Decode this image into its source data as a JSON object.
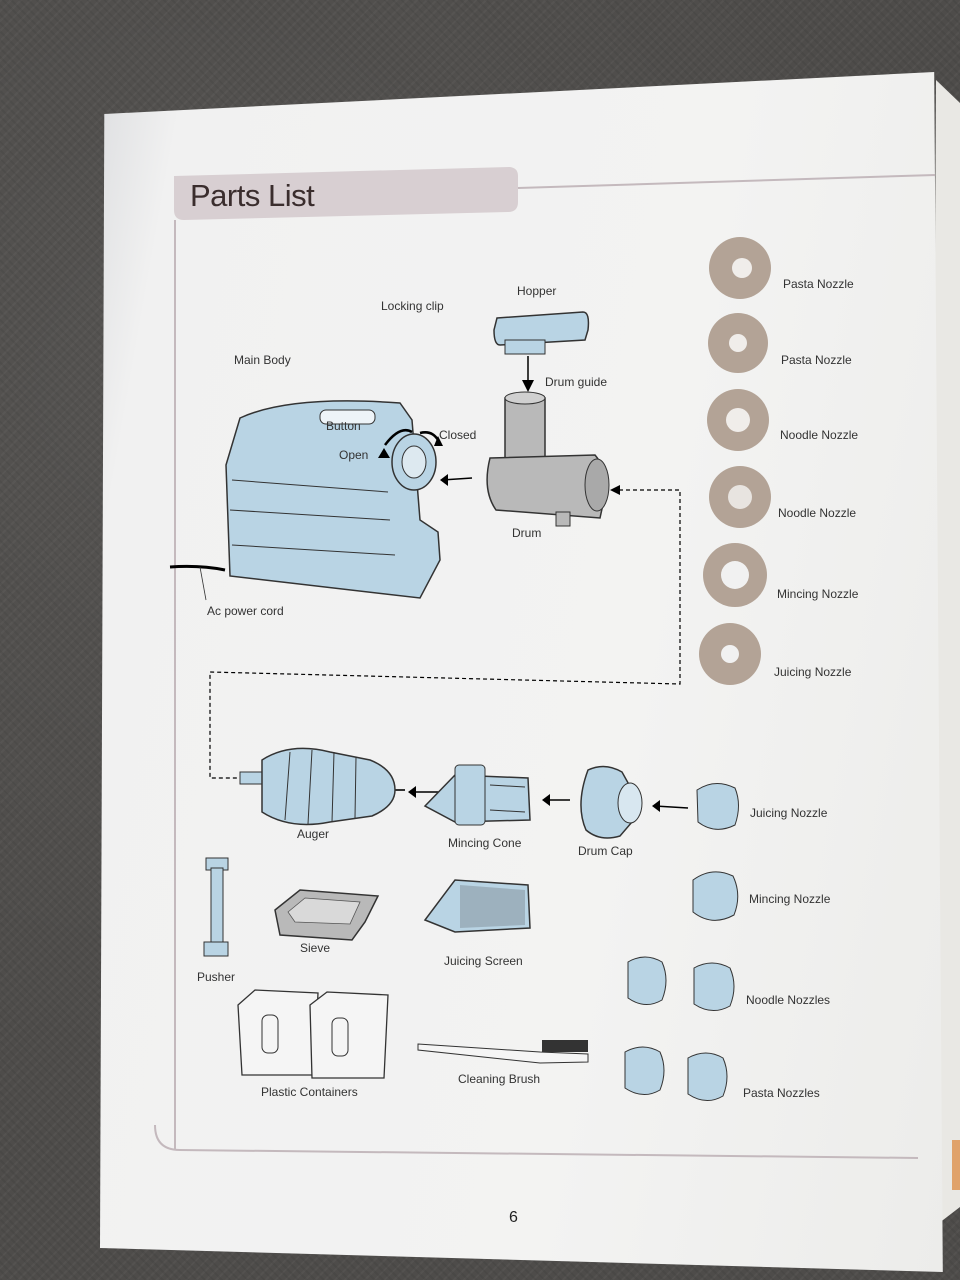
{
  "page": {
    "title": "Parts List",
    "page_number": "6"
  },
  "labels": {
    "hopper": "Hopper",
    "locking_clip": "Locking clip",
    "main_body": "Main Body",
    "drum_guide": "Drum guide",
    "button": "Button",
    "closed": "Closed",
    "open": "Open",
    "drum": "Drum",
    "ac_power_cord": "Ac power cord",
    "auger": "Auger",
    "mincing_cone": "Mincing Cone",
    "drum_cap": "Drum Cap",
    "juicing_nozzle": "Juicing Nozzle",
    "mincing_nozzle": "Mincing Nozzle",
    "pusher": "Pusher",
    "sieve": "Sieve",
    "juicing_screen": "Juicing Screen",
    "noodle_nozzles": "Noodle Nozzles",
    "plastic_containers": "Plastic Containers",
    "cleaning_brush": "Cleaning Brush",
    "pasta_nozzles": "Pasta Nozzles"
  },
  "nozzle_list": [
    {
      "label": "Pasta Nozzle"
    },
    {
      "label": "Pasta Nozzle"
    },
    {
      "label": "Noodle Nozzle"
    },
    {
      "label": "Noodle Nozzle"
    },
    {
      "label": "Mincing Nozzle"
    },
    {
      "label": "Juicing Nozzle"
    }
  ],
  "colors": {
    "part_blue": "#b9d4e4",
    "part_gray": "#b9b9b9",
    "nozzle_tan": "#b3a396",
    "title_bar": "#d8cfd2",
    "frame_line": "#c4b9bd"
  }
}
